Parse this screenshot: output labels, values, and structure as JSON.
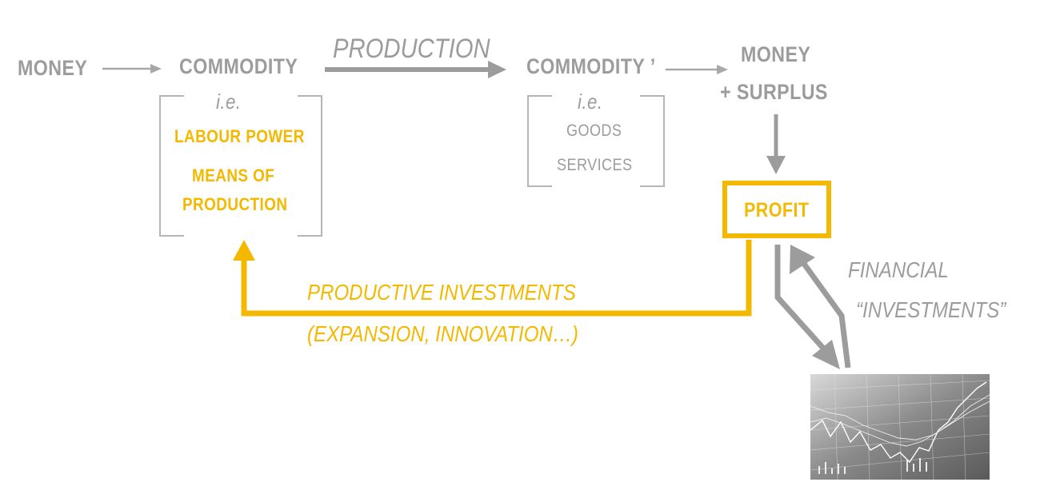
{
  "nodes": {
    "money": "MONEY",
    "commodity": "COMMODITY",
    "production": "PRODUCTION",
    "commodity_prime": "COMMODITY ’",
    "money2": "MONEY",
    "surplus": "+ SURPLUS",
    "profit": "PROFIT"
  },
  "commodity_box": {
    "ie": "i.e.",
    "item1": "LABOUR POWER",
    "item2_line1": "MEANS OF",
    "item2_line2": "PRODUCTION"
  },
  "goods_box": {
    "ie": "i.e.",
    "item1": "GOODS",
    "item2": "SERVICES"
  },
  "productive": {
    "line1": "PRODUCTIVE INVESTMENTS",
    "line2": "(EXPANSION, INNOVATION…)"
  },
  "financial": {
    "line1": "FINANCIAL",
    "line2": "“INVESTMENTS”"
  },
  "colors": {
    "gray": "#9c9c9c",
    "orange": "#f5b800"
  },
  "icons": {
    "stock_chart": "stock-market-chart-image"
  }
}
